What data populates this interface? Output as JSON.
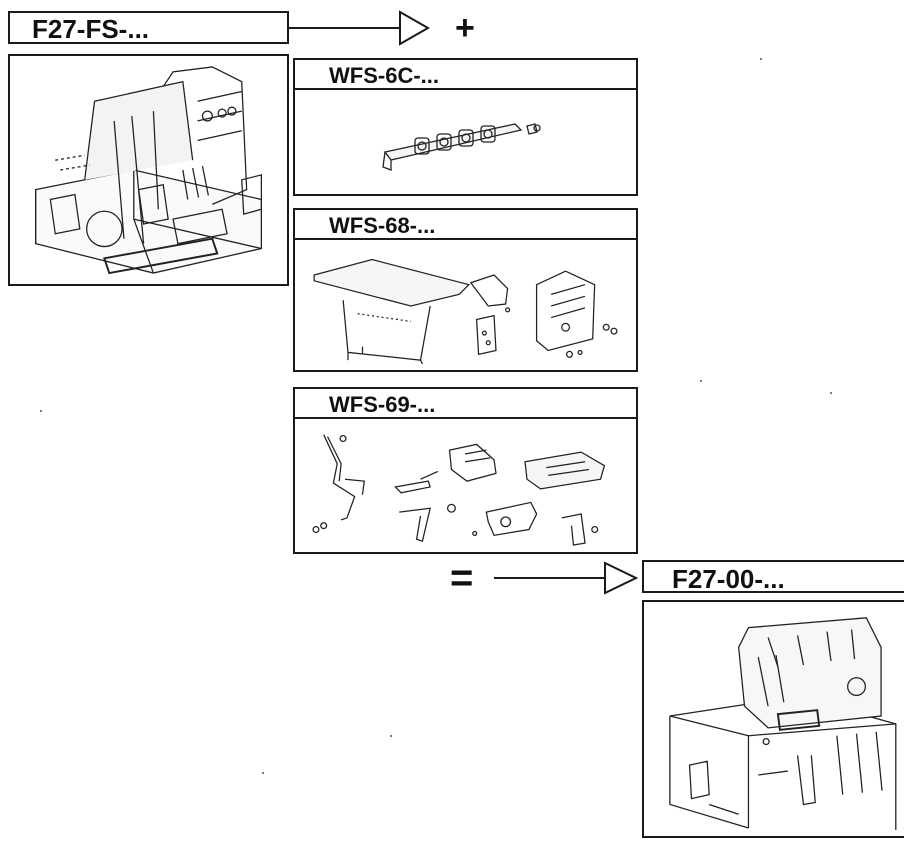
{
  "source_unit": {
    "label": "F27-FS-..."
  },
  "kits": [
    {
      "label": "WFS-6C-...",
      "icon": "guide-bracket-assembly-icon"
    },
    {
      "label": "WFS-68-...",
      "icon": "table-and-bracket-parts-icon"
    },
    {
      "label": "WFS-69-...",
      "icon": "presser-foot-parts-icon"
    }
  ],
  "result_unit": {
    "label": "F27-00-..."
  },
  "operators": {
    "plus": "+",
    "equals": "="
  },
  "colors": {
    "line": "#1a1a1a",
    "background": "#ffffff"
  }
}
